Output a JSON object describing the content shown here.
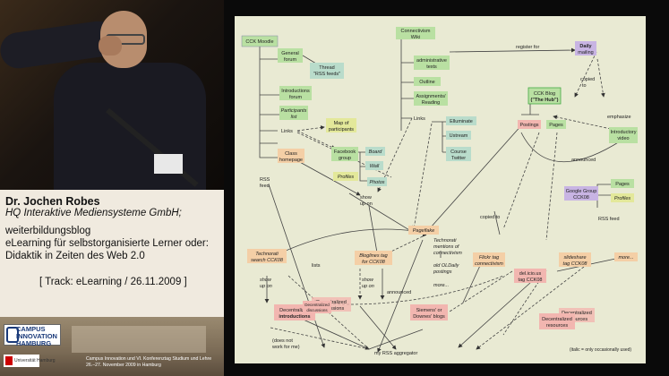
{
  "caption": {
    "speaker_name": "Dr. Jochen Robes",
    "speaker_org": "HQ Interaktive Mediensysteme GmbH;",
    "blog_label": "weiterbildungsblog",
    "talk_title_line1": "eLearning für selbstorganisierte Lerner oder:",
    "talk_title_line2": "Didaktik in Zeiten des Web 2.0",
    "track": "[ Track: eLearning / 26.11.2009 ]"
  },
  "banner": {
    "logo_line1": "CAMPUS",
    "logo_line2": "INNOVATION",
    "logo_line3": "HAMBURG",
    "university": "Universität Hamburg",
    "line1": "Campus Innovation und VI. Konferenztag Studium und Lehre",
    "line2": "26.–27. November 2009 in Hamburg"
  },
  "diagram": {
    "nodes": {
      "cck_moodle": "CCK Moodle",
      "general_forum": [
        "General",
        "forum"
      ],
      "thread_rss": [
        "Thread",
        "\"RSS feeds\""
      ],
      "intro_forum": [
        "Introductions",
        "forum"
      ],
      "participants_list": [
        "Participants",
        "list"
      ],
      "links_left": "Links",
      "map_participants": [
        "Map of",
        "participants"
      ],
      "class_homepage": [
        "Class",
        "homepage"
      ],
      "facebook_group": [
        "Facebook",
        "group"
      ],
      "board": "Board",
      "wall": "Wall",
      "profiles_fb": "Profiles",
      "photos": "Photos",
      "rss_feed": [
        "RSS",
        "feed"
      ],
      "show_up_on_center": [
        "show",
        "up on"
      ],
      "connectivism_wiki": [
        "Connectivism",
        "Wiki"
      ],
      "admin_texts": [
        "administrative",
        "texts"
      ],
      "outline": "Outline",
      "assignments": [
        "Assignments/",
        "Reading"
      ],
      "links_wiki": "Links",
      "elluminate": "Elluminate",
      "ustream": "Ustream",
      "course_twitter": [
        "Course",
        "Twitter"
      ],
      "register_for": "register for",
      "daily_mailing": [
        "Daily",
        "mailing"
      ],
      "copied_to_top": [
        "copied",
        "to"
      ],
      "cck_blog": [
        "CCK Blog",
        "(\"The Hub\")"
      ],
      "postings": "Postings",
      "pages_blog": "Pages",
      "emphasize": "emphasize",
      "intro_video": [
        "Introductory",
        "video"
      ],
      "announced_right": "announced",
      "google_group": [
        "Google Group",
        "CCK08"
      ],
      "pages_gg": "Pages",
      "profiles_gg": "Profiles",
      "rss_feed_right": "RSS feed",
      "copied_to_mid": "copied to",
      "pageflake": "Pageflake",
      "technorati_mentions": [
        "Technorati",
        "mentions of",
        "connectivism"
      ],
      "old_daily": [
        "old OLDaily",
        "postings"
      ],
      "more_mid": "more...",
      "technorati_search": [
        "Technorati",
        "search CCK08"
      ],
      "lists": "lists",
      "bloglines": [
        "Bloglines tag",
        "for CCK08"
      ],
      "flickr_tag": [
        "Flickr tag",
        "connectivism"
      ],
      "slideshare": [
        "slideshare",
        "tag CCK08"
      ],
      "more_right": "more...",
      "delicious": [
        "del.icio.us",
        "tag CCK08"
      ],
      "show_up_on_left": [
        "show",
        "up on"
      ],
      "show_up_on_mid": [
        "show",
        "up on"
      ],
      "decentral_intros": [
        "Decentralized",
        "introductions"
      ],
      "decentral_disc_back": [
        "Decentralized",
        "discussions"
      ],
      "decentral_disc_front": [
        "Decentralized",
        "discussions"
      ],
      "announced_bottom": "announced",
      "siemens_downes": [
        "Siemens' or",
        "Downes' blogs"
      ],
      "decentral_resources": [
        "Decentralized",
        "resources"
      ],
      "decentral_res_back": [
        "Decentralized",
        "resources"
      ],
      "does_not_work": [
        "(does not",
        "work for me)"
      ],
      "my_rss": "my RSS aggregator",
      "italic_note": "(italic = only occasionally used)"
    }
  }
}
